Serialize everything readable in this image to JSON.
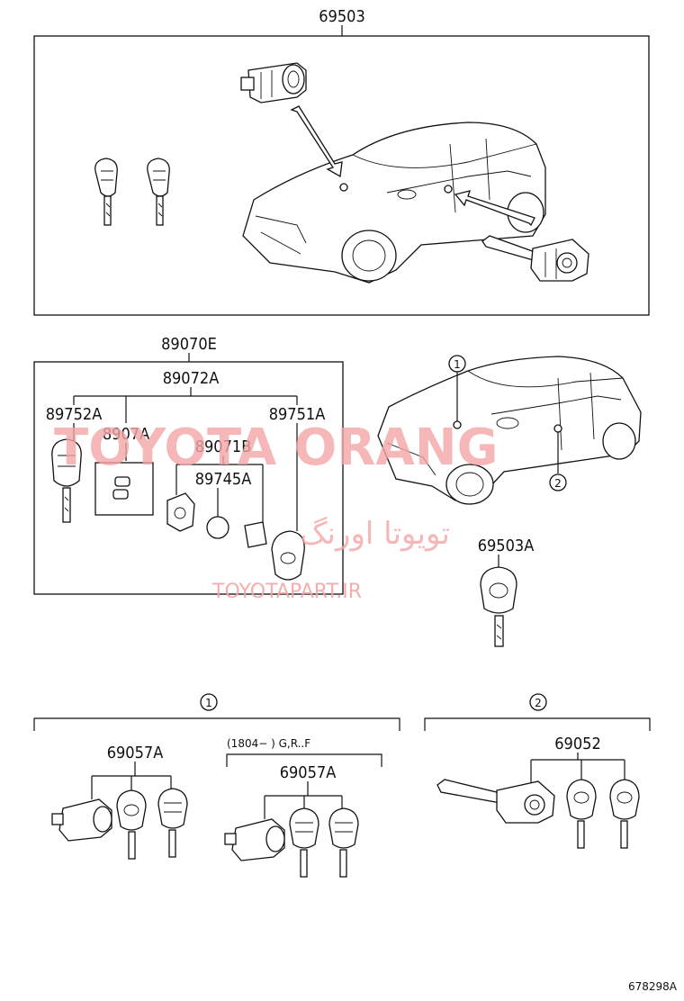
{
  "diagram": {
    "labels": {
      "p69503": "69503",
      "p89070E": "89070E",
      "p89072A": "89072A",
      "p89752A": "89752A",
      "p89751A": "89751A",
      "p8907A": "8907A",
      "p89071B": "89071B",
      "p89745A": "89745A",
      "p69503A": "69503A",
      "p69057A_1": "69057A",
      "p69057A_2": "69057A",
      "p69052": "69052",
      "date_range": "(1804−      ) G,R..F",
      "callout_1": "1",
      "callout_2": "2",
      "group_1": "1",
      "group_2": "2",
      "figure_id": "678298A"
    },
    "watermark": {
      "brand": "TOYOTA ORANG",
      "persian": "تویوتا اورنگ",
      "site": "TOYOTAPART.IR"
    }
  }
}
